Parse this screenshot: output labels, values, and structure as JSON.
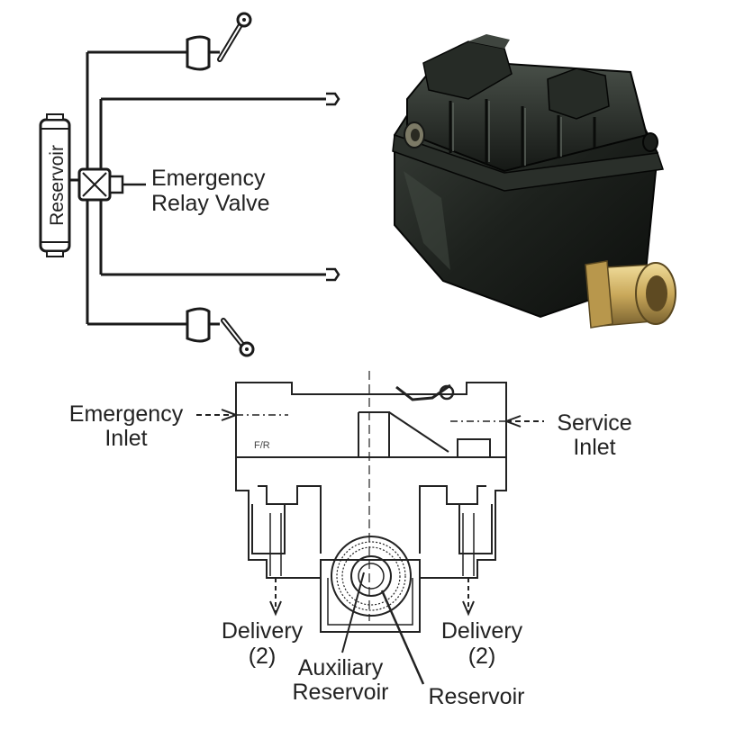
{
  "schematic": {
    "reservoir_label": "Reservoir",
    "valve_label_line1": "Emergency",
    "valve_label_line2": "Relay Valve"
  },
  "cutaway": {
    "emergency_inlet_line1": "Emergency",
    "emergency_inlet_line2": "Inlet",
    "service_inlet_line1": "Service",
    "service_inlet_line2": "Inlet",
    "delivery_left_line1": "Delivery",
    "delivery_left_line2": "(2)",
    "delivery_right_line1": "Delivery",
    "delivery_right_line2": "(2)",
    "auxiliary_line1": "Auxiliary",
    "auxiliary_line2": "Reservoir",
    "reservoir": "Reservoir"
  },
  "colors": {
    "line": "#1a1a1a",
    "valve_body": "#1c1f1c",
    "brass": "#c9a85a"
  }
}
